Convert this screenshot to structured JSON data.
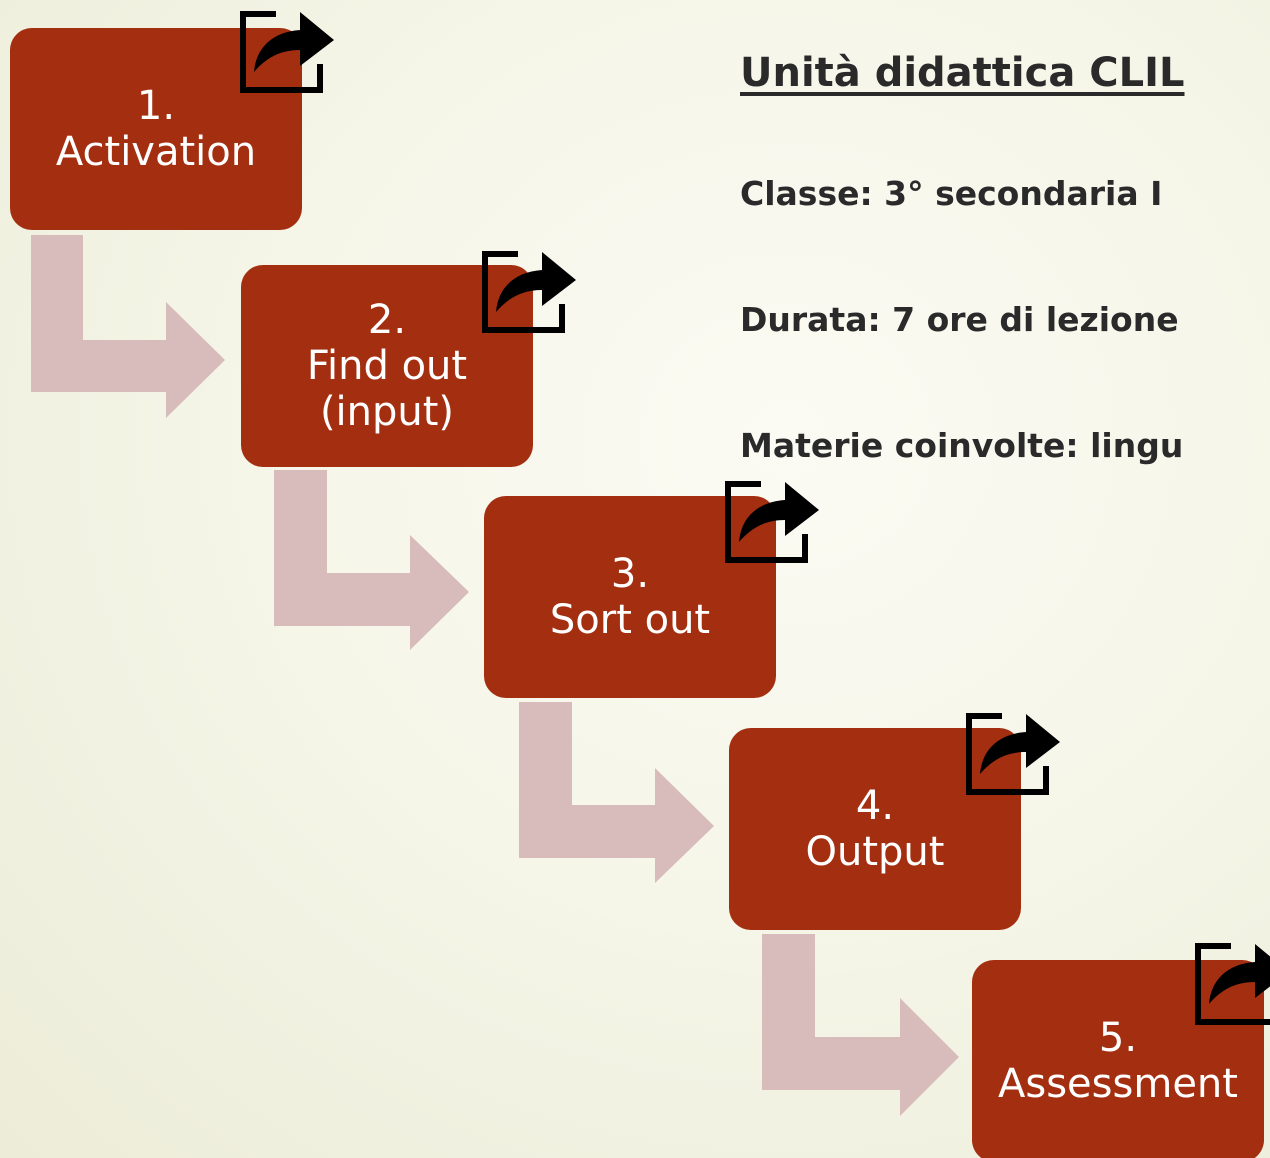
{
  "header": {
    "title": "Unità didattica CLIL",
    "class_line": "Classe: 3° secondaria I",
    "duration_line": "Durata: 7 ore di lezione",
    "subjects_line": "Materie coinvolte: lingu"
  },
  "steps": [
    {
      "number": "1.",
      "label": "Activation"
    },
    {
      "number": "2.",
      "label": "Find out",
      "label2": "(input)"
    },
    {
      "number": "3.",
      "label": "Sort out"
    },
    {
      "number": "4.",
      "label": "Output"
    },
    {
      "number": "5.",
      "label": "Assessment"
    }
  ],
  "colors": {
    "box": "#a42f10",
    "connector": "#d8bcbc",
    "text": "#ffffff",
    "icon": "#000000"
  },
  "icons": [
    "share-link-icon"
  ]
}
